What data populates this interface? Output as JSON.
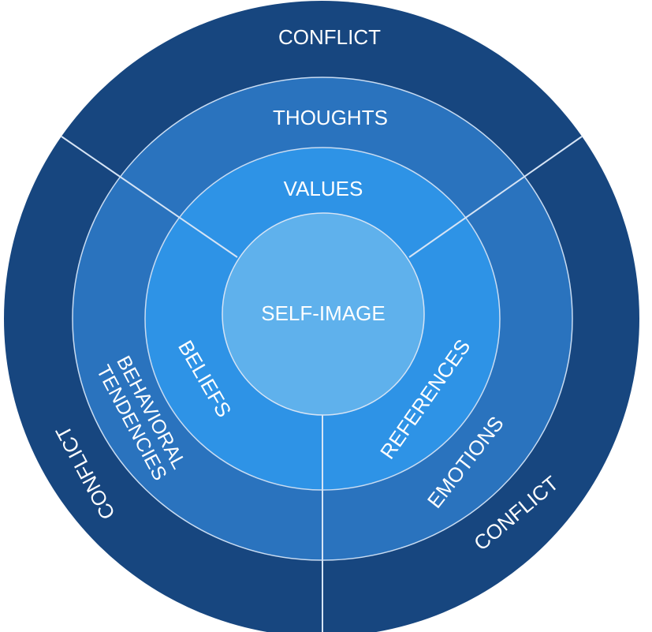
{
  "diagram": {
    "title": "Self-image layered model",
    "colors": {
      "background": "#ffffff",
      "ring_outer": "#17467f",
      "ring_second": "#2a73be",
      "ring_third": "#2e93e6",
      "core": "#5fb1ec",
      "stroke": "#c9dcf2",
      "text": "#ffffff"
    },
    "layers": [
      {
        "name": "conflict",
        "segments": [
          "CONFLICT",
          "CONFLICT",
          "CONFLICT"
        ]
      },
      {
        "name": "outer-middle",
        "segments": [
          "THOUGHTS",
          "EMOTIONS",
          "BEHAVIORAL TENDENCIES"
        ]
      },
      {
        "name": "inner-middle",
        "segments": [
          "VALUES",
          "REFERENCES",
          "BELIEFS"
        ]
      },
      {
        "name": "core",
        "segments": [
          "SELF-IMAGE"
        ]
      }
    ],
    "labels": {
      "conflict_top": "CONFLICT",
      "conflict_right": "CONFLICT",
      "conflict_left": "CONFLICT",
      "thoughts": "THOUGHTS",
      "emotions": "EMOTIONS",
      "behavioral_line1": "BEHAVIORAL",
      "behavioral_line2": "TENDENCIES",
      "values": "VALUES",
      "references": "REFERENCES",
      "beliefs": "BELIEFS",
      "core": "SELF-IMAGE"
    }
  }
}
